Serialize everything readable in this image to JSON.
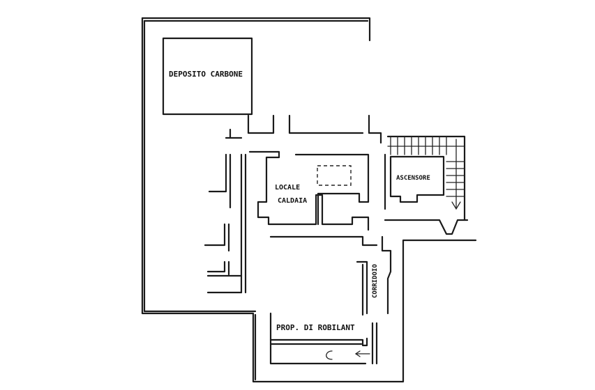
{
  "labels": {
    "deposito_carbone": "DEPOSITO CARBONE",
    "locale_line1": "LOCALE",
    "locale_line2": "CALDAIA",
    "ascensore": "ASCENSORE",
    "corridoio": "CORRIDOIO",
    "proprieta": "PROP. DI ROBILANT"
  },
  "colors": {
    "ink": "#1a1a1a",
    "background": "#ffffff"
  }
}
